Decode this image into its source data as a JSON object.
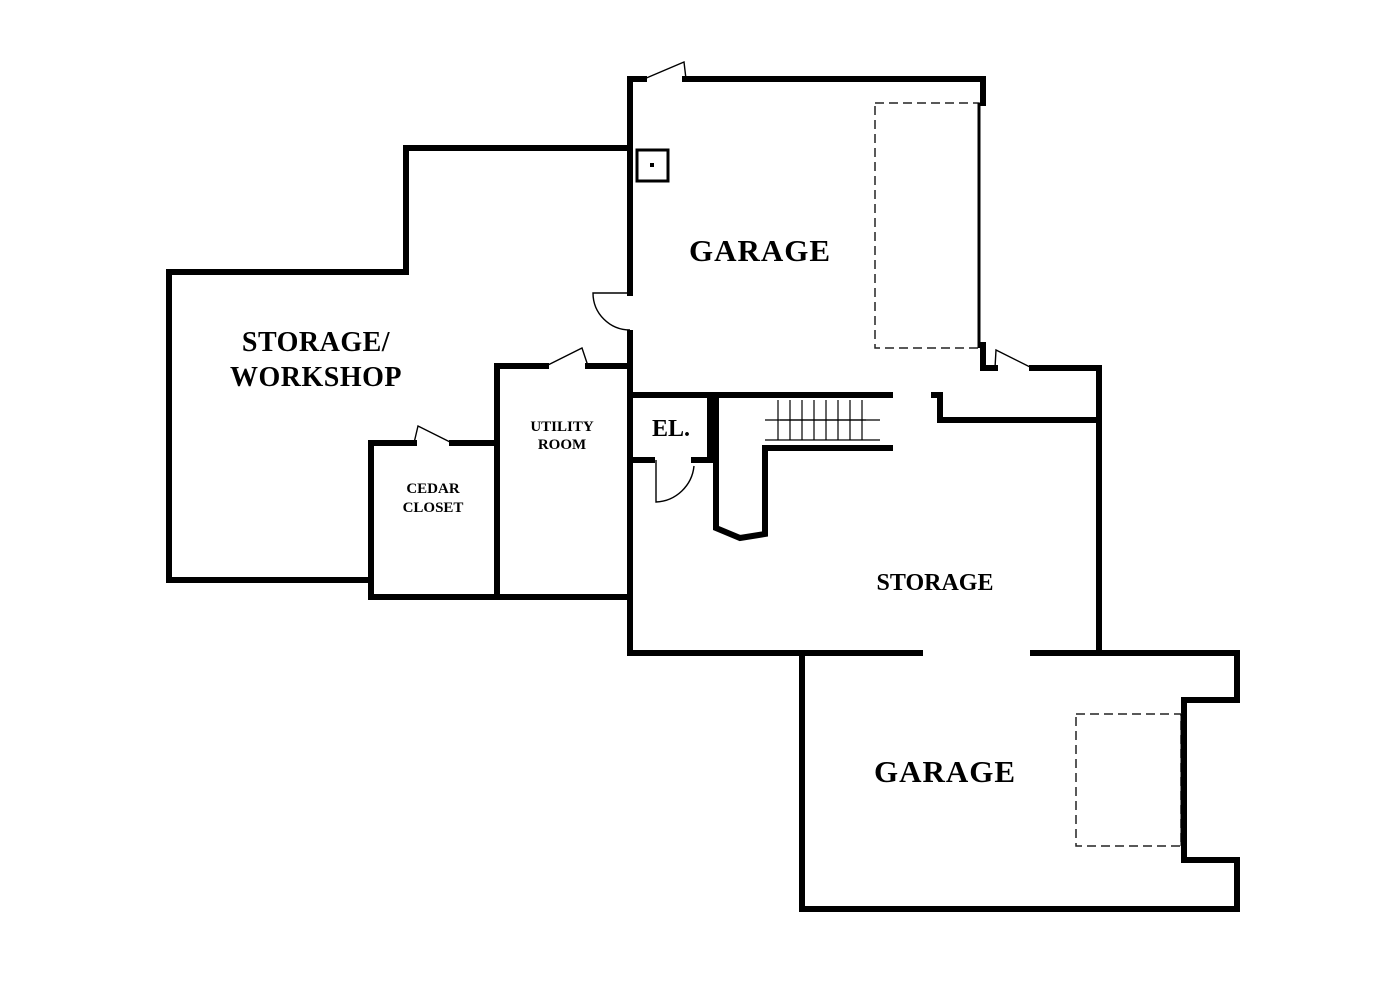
{
  "rooms": {
    "garage_upper": "GARAGE",
    "storage_workshop_line1": "STORAGE/",
    "storage_workshop_line2": "WORKSHOP",
    "utility_line1": "UTILITY",
    "utility_line2": "ROOM",
    "elevator": "EL.",
    "cedar_line1": "CEDAR",
    "cedar_line2": "CLOSET",
    "storage": "STORAGE",
    "garage_lower": "GARAGE"
  }
}
